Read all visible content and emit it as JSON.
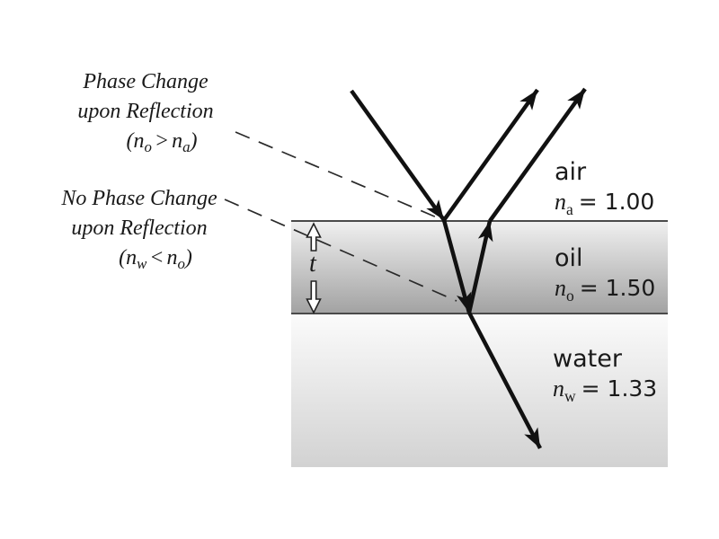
{
  "annotations": {
    "phase_change": {
      "line1": "Phase Change",
      "line2": "upon Reflection",
      "expr": {
        "open": "(",
        "var1": "n",
        "sub1": "o",
        "op": ">",
        "var2": "n",
        "sub2": "a",
        "close": ")"
      }
    },
    "no_phase_change": {
      "line1": "No Phase Change",
      "line2": "upon Reflection",
      "expr": {
        "open": "(",
        "var1": "n",
        "sub1": "w",
        "op": "<",
        "var2": "n",
        "sub2": "o",
        "close": ")"
      }
    },
    "thickness_label": "t"
  },
  "layers": {
    "air": {
      "name": "air",
      "var": "n",
      "sub": "a",
      "value": "= 1.00"
    },
    "oil": {
      "name": "oil",
      "var": "n",
      "sub": "o",
      "value": "= 1.50"
    },
    "water": {
      "name": "water",
      "var": "n",
      "sub": "w",
      "value": "= 1.33"
    }
  },
  "colors": {
    "ray": "#111111",
    "boundary": "#4a4a4a",
    "dash": "#2a2a2a",
    "text": "#1a1a1a",
    "oil_top": "#f0f0f0",
    "oil_bottom": "#a2a2a2",
    "water_top": "#fbfbfb",
    "water_bottom": "#d2d2d2"
  }
}
